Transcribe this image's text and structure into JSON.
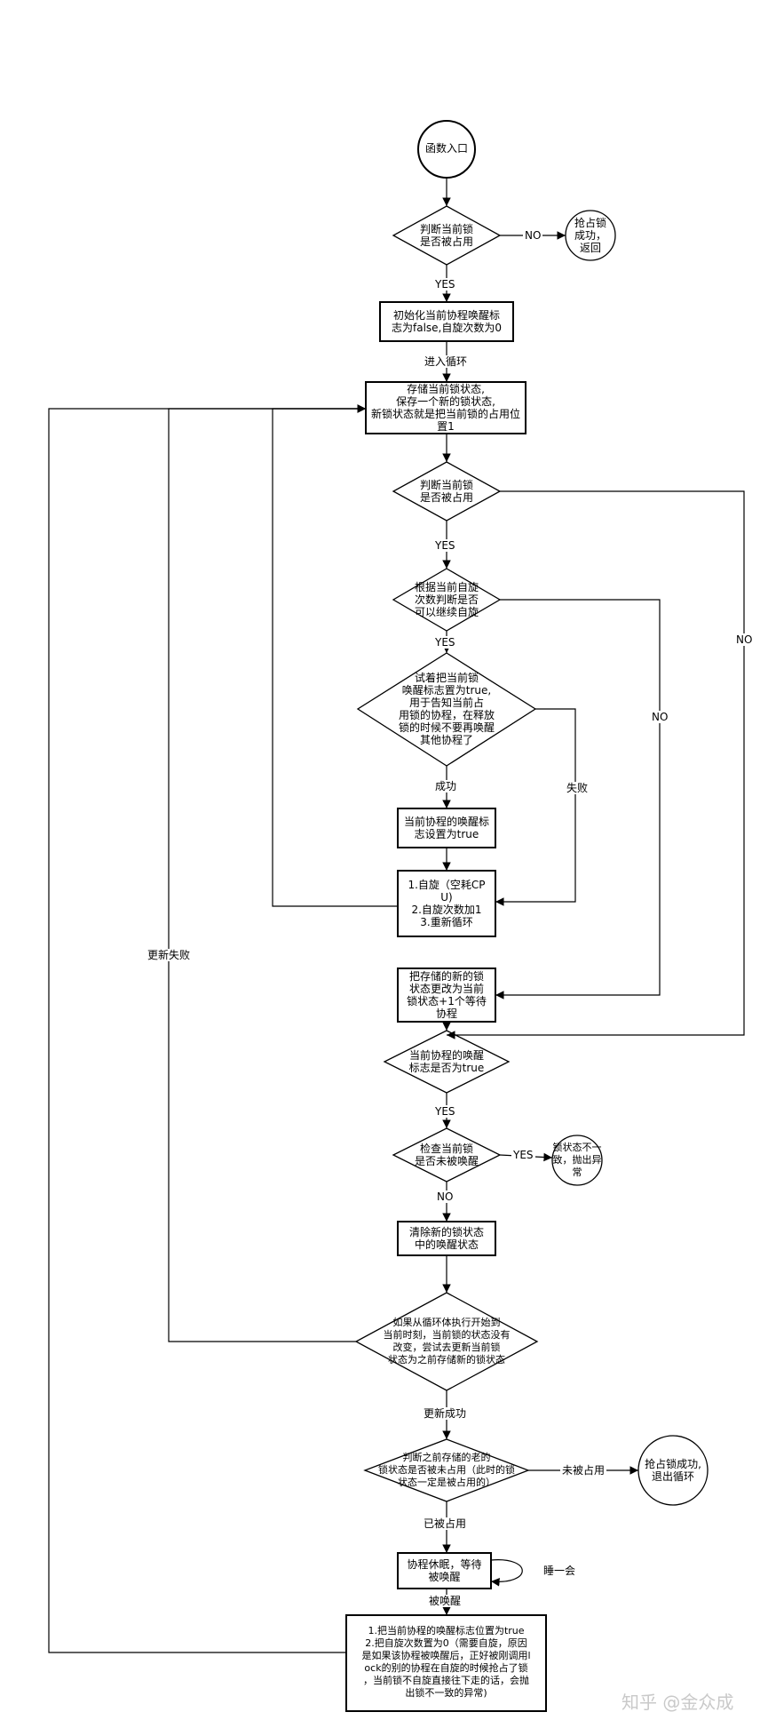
{
  "nodes": {
    "start": "函数入口",
    "d_locked1": "判断当前锁\n是否被占用",
    "t_success1": "抢占锁\n成功，\n返回",
    "init": "初始化当前协程唤醒标\n志为false,自旋次数为0",
    "save_state": "存储当前锁状态,\n保存一个新的锁状态,\n新锁状态就是把当前锁的占用位\n置1",
    "d_locked2": "判断当前锁\n是否被占用",
    "d_can_spin": "根据当前自旋\n次数判断是否\n可以继续自旋",
    "d_try_set": "试着把当前锁\n唤醒标志置为true,\n用于告知当前占\n用锁的协程，在释放\n锁的时候不要再唤醒\n其他协程了",
    "set_woken": "当前协程的唤醒标\n志设置为true",
    "spin": "1.自旋（空耗CP\nU)\n2.自旋次数加1\n3.重新循环",
    "change_state": "把存储的新的锁\n状态更改为当前\n锁状态+1个等待\n协程",
    "d_woken": "当前协程的唤醒\n标志是否为true",
    "d_check_not_woken": "检查当前锁\n是否未被唤醒",
    "t_error": "锁状态不一\n致，抛出异\n常",
    "clear_woken": "清除新的锁状态\n中的唤醒状态",
    "d_cas": "如果从循环体执行开始到\n当前时刻，当前锁的状态没有\n改变，尝试去更新当前锁\n状态为之前存储新的锁状态",
    "d_old_unlocked": "判断之前存储的老的\n锁状态是否被未占用（此时的锁\n状态一定是被占用的）",
    "t_success2": "抢占锁成功,\n退出循环",
    "sleep": "协程休眠，等待\n被唤醒",
    "reset": "1.把当前协程的唤醒标志位置为true\n2.把自旋次数置为0（需要自旋，原因\n是如果该协程被唤醒后，正好被刚调用l\nock的别的协程在自旋的时候抢占了锁\n，当前锁不自旋直接往下走的话，会抛\n出锁不一致的异常)"
  },
  "edges": {
    "no1": "NO",
    "yes1": "YES",
    "enter_loop": "进入循环",
    "yes2": "YES",
    "no_right_outer": "NO",
    "yes3": "YES",
    "no_right_inner": "NO",
    "fail": "失败",
    "success": "成功",
    "update_fail": "更新失败",
    "yes4": "YES",
    "yes_error": "YES",
    "no4": "NO",
    "update_success": "更新成功",
    "not_locked": "未被占用",
    "locked": "已被占用",
    "sleep_loop": "睡一会",
    "woken": "被唤醒"
  },
  "watermark": "知乎 @金众成"
}
